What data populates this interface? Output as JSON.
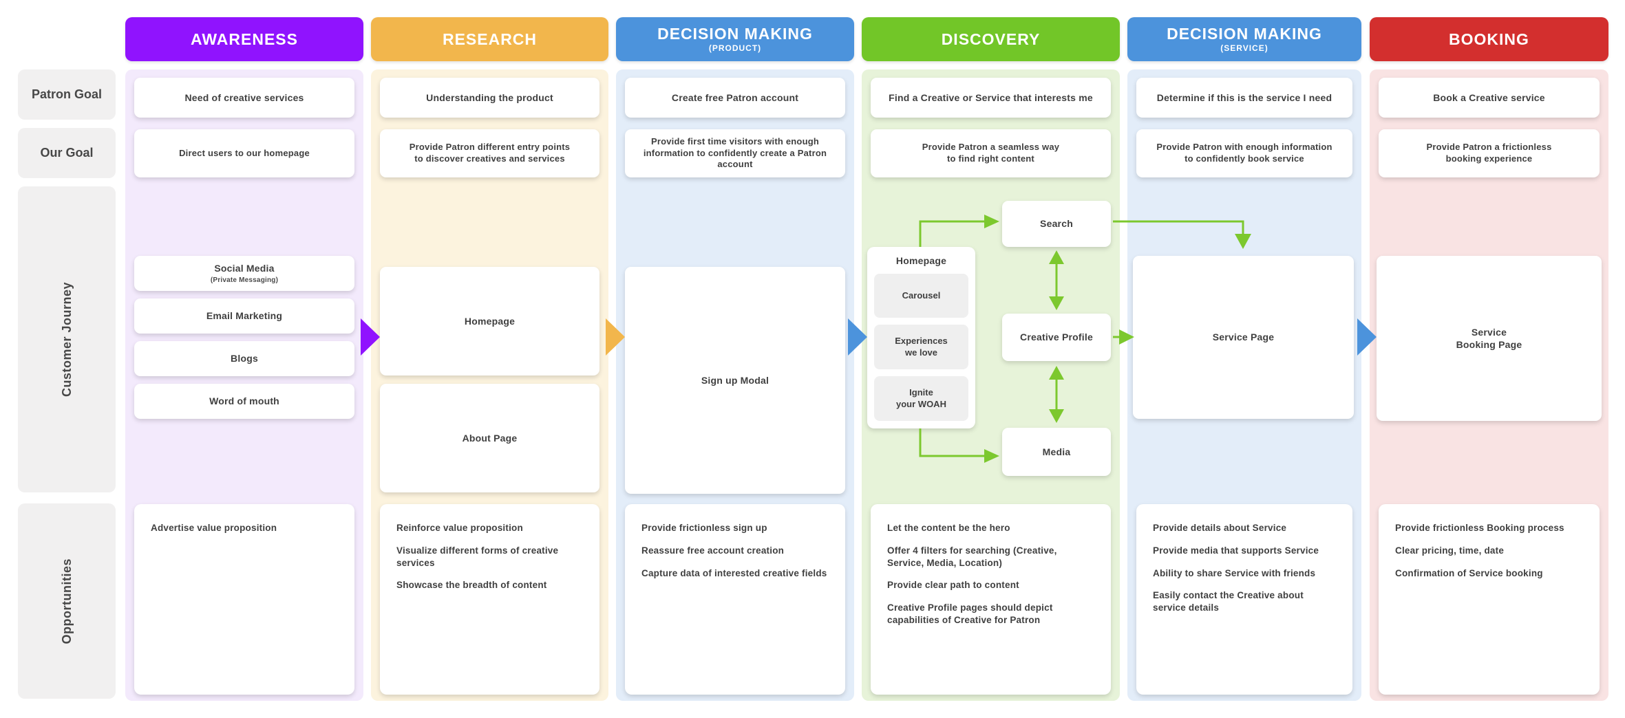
{
  "left_rail": {
    "patron_goal_label": "Patron Goal",
    "our_goal_label": "Our Goal",
    "customer_journey_label": "Customer Journey",
    "opportunities_label": "Opportunities"
  },
  "colors": {
    "awareness_accent": "#9013FE",
    "research_accent": "#F2B64C",
    "decision_making_accent": "#4C93DC",
    "discovery_accent": "#72C628",
    "booking_accent": "#D32F2E",
    "connector_green": "#7CC82E",
    "column_tints": [
      "#F3EAFC",
      "#FCF3DE",
      "#E3EDF9",
      "#E7F3D9",
      "#E3EDF9",
      "#F9E3E3"
    ]
  },
  "columns": [
    {
      "header": {
        "label": "AWARENESS"
      },
      "patron_goal": "Need of creative services",
      "our_goal": "Direct users to our homepage",
      "journey": {
        "channels": [
          {
            "label": "Social Media",
            "note": "(Private Messaging)"
          },
          {
            "label": "Email Marketing"
          },
          {
            "label": "Blogs"
          },
          {
            "label": "Word of mouth"
          }
        ]
      },
      "opportunities": [
        "Advertise value proposition"
      ]
    },
    {
      "header": {
        "label": "RESEARCH"
      },
      "patron_goal": "Understanding the product",
      "our_goal": "Provide Patron different entry points\nto discover creatives and services",
      "journey": {
        "pages": [
          "Homepage",
          "About Page"
        ]
      },
      "opportunities": [
        "Reinforce value proposition",
        "Visualize different forms of creative services",
        "Showcase the breadth of content"
      ]
    },
    {
      "header": {
        "label": "DECISION MAKING",
        "subtitle": "(PRODUCT)"
      },
      "patron_goal": "Create free Patron account",
      "our_goal": "Provide first time visitors with enough information to confidently create a Patron account",
      "journey": {
        "modal_label": "Sign up Modal"
      },
      "opportunities": [
        "Provide frictionless sign up",
        "Reassure free account creation",
        "Capture data of interested creative fields"
      ]
    },
    {
      "header": {
        "label": "DISCOVERY"
      },
      "patron_goal": "Find a Creative or Service that interests me",
      "our_goal": "Provide Patron a seamless way\nto find right content",
      "journey": {
        "homepage_label": "Homepage",
        "homepage_items": [
          "Carousel",
          "Experiences\nwe love",
          "Ignite\nyour WOAH"
        ],
        "search_label": "Search",
        "creative_profile_label": "Creative Profile",
        "media_label": "Media"
      },
      "opportunities": [
        "Let the content be the hero",
        "Offer 4 filters for searching (Creative, Service, Media, Location)",
        "Provide clear path to content",
        "Creative Profile pages should depict capabilities of Creative for Patron"
      ]
    },
    {
      "header": {
        "label": "DECISION MAKING",
        "subtitle": "(SERVICE)"
      },
      "patron_goal": "Determine if this is the service I need",
      "our_goal": "Provide Patron with enough information\nto confidently book service",
      "journey": {
        "service_page_label": "Service Page"
      },
      "opportunities": [
        "Provide details about Service",
        "Provide media that supports Service",
        "Ability to share Service with friends",
        "Easily contact the Creative about service details"
      ]
    },
    {
      "header": {
        "label": "BOOKING"
      },
      "patron_goal": "Book a Creative service",
      "our_goal": "Provide Patron a frictionless\nbooking experience",
      "journey": {
        "booking_page_label": "Service\nBooking Page"
      },
      "opportunities": [
        "Provide frictionless Booking process",
        "Clear pricing, time, date",
        "Confirmation of Service booking"
      ]
    }
  ]
}
